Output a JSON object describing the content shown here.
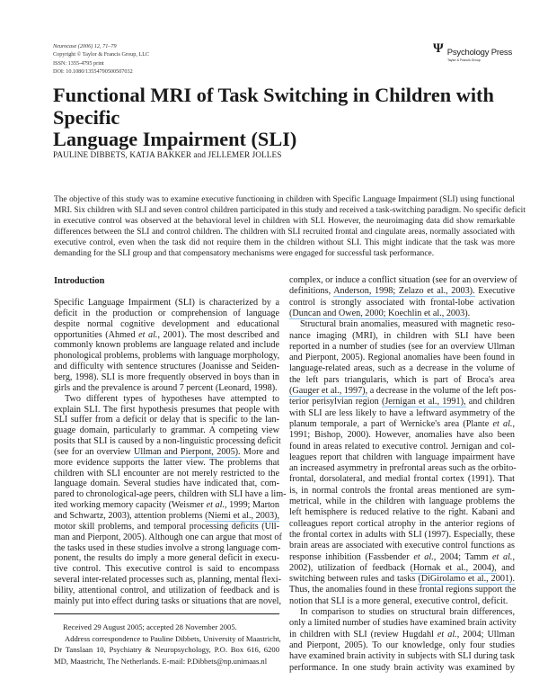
{
  "header": {
    "journal_lines": [
      "Neurocase (2006) 12, 71–79",
      "Copyright © Taylor & Francis Group, LLC",
      "ISSN: 1355-4795 print",
      "DOI: 10.1080/13554790500507032"
    ],
    "publisher": "Psychology Press",
    "publisher_sub": "Taylor & Francis Group",
    "publisher_symbol": "Ψ"
  },
  "title_lines": [
    "Functional MRI of Task Switching in Children with Specific",
    "Language Impairment (SLI)"
  ],
  "authors": "PAULINE DIBBETS, KATJA BAKKER and JELLEMER JOLLES",
  "abstract": [
    "The objective of this study was to examine executive functioning in children with Specific Language Impairment (SLI) using functional",
    "MRI. Six children with SLI and seven control children participated in this study and received a task-switching paradigm. No specific deficit",
    "in executive control was observed at the behavioral level in children with SLI. However, the neuroimaging data did show remarkable",
    "differences between the SLI and control children. The children with SLI recruited frontal and cingulate areas, normally associated with",
    "executive control, even when the task did not require them in the children without SLI. This might indicate that the task was more",
    "demanding for the SLI group and that compensatory mechanisms were engaged for successful task performance."
  ],
  "section_heading": "Introduction",
  "left_column": [
    {
      "p": 0,
      "s": [
        "Specific Language Impairment (SLI) is characterized by a"
      ]
    },
    {
      "s": [
        "deficit in the production or comprehension of language"
      ]
    },
    {
      "s": [
        "despite normal cognitive development and educational"
      ]
    },
    {
      "s": [
        "opportunities (Ahmed ",
        {
          "t": "et al.",
          "k": "em"
        },
        ", 2001). The most described and"
      ]
    },
    {
      "s": [
        "commonly known problems are language related and include"
      ]
    },
    {
      "s": [
        "phonological problems, problems with language morphology,"
      ]
    },
    {
      "s": [
        "and difficulty with sentence structures (Joanisse and Seiden-"
      ]
    },
    {
      "s": [
        "berg, 1998). SLI is more frequently observed in boys than in"
      ]
    },
    {
      "last": 1,
      "s": [
        "girls and the prevalence is around 7 percent (Leonard, 1998)."
      ]
    },
    {
      "ind": 1,
      "s": [
        "Two different types of hypotheses have attempted to"
      ]
    },
    {
      "s": [
        "explain SLI. The first hypothesis presumes that people with"
      ]
    },
    {
      "s": [
        "SLI suffer from a deficit or delay that is specific to the lan-"
      ]
    },
    {
      "s": [
        "guage domain, particularly to grammar. A competing view"
      ]
    },
    {
      "s": [
        "posits that SLI is caused by a non-linguistic processing deficit"
      ]
    },
    {
      "s": [
        "(see for an overview ",
        {
          "t": "Ullman and Pierpont, 2005).",
          "k": "link"
        },
        " More and"
      ]
    },
    {
      "s": [
        "more evidence supports the latter view. The problems that"
      ]
    },
    {
      "s": [
        "children with SLI encounter are not merely restricted to the"
      ]
    },
    {
      "s": [
        "language domain. Several studies have indicated that, com-"
      ]
    },
    {
      "s": [
        "pared to chronological-age peers, children with SLI have a lim-"
      ]
    },
    {
      "s": [
        "ited working memory capacity (Weismer ",
        {
          "t": "et al.",
          "k": "em"
        },
        ", 1999; Marton"
      ]
    },
    {
      "s": [
        "and Schwartz, 2003), attention problems ",
        {
          "t": "(Niemi et al., 2003),",
          "k": "link"
        }
      ]
    },
    {
      "s": [
        "motor skill problems, and temporal processing deficits (Ull-"
      ]
    },
    {
      "s": [
        "man and Pierpont, 2005). Although one can argue that most of"
      ]
    },
    {
      "s": [
        "the tasks used in these studies involve a strong language com-"
      ]
    },
    {
      "s": [
        "ponent, the results do imply a more general deficit in execu-"
      ]
    },
    {
      "s": [
        "tive control. This executive control is said to encompass"
      ]
    },
    {
      "s": [
        "several inter-related processes such as, planning, mental flexi-"
      ]
    },
    {
      "s": [
        "bility, attentional control, and utilization of feedback and is"
      ]
    },
    {
      "s": [
        "mainly put into effect during tasks or situations that are novel,"
      ]
    }
  ],
  "right_column": [
    {
      "s": [
        "complex, or induce a conflict situation (see for an overview of"
      ]
    },
    {
      "s": [
        "definitions, ",
        {
          "t": "Anderson, 1998; Zelazo et al., 2003).",
          "k": "link"
        },
        " Executive"
      ]
    },
    {
      "s": [
        "control is strongly associated with frontal-lobe activation"
      ]
    },
    {
      "last": 1,
      "s": [
        {
          "t": "(Duncan and Owen, 2000; Koechlin et al., 2003).",
          "k": "link"
        }
      ]
    },
    {
      "ind": 1,
      "s": [
        "Structural brain anomalies, measured with magnetic reso-"
      ]
    },
    {
      "s": [
        "nance imaging (MRI), in children with SLI have been"
      ]
    },
    {
      "s": [
        "reported in a number of studies (see for an overview Ullman"
      ]
    },
    {
      "s": [
        "and Pierpont, 2005). Regional anomalies have been found in"
      ]
    },
    {
      "s": [
        "language-related areas, such as a decrease in the volume of"
      ]
    },
    {
      "s": [
        "the left pars triangularis, which is part of Broca's area"
      ]
    },
    {
      "s": [
        {
          "t": "(Gauger et al., 1997),",
          "k": "link"
        },
        " a decrease in the volume of the left pos-"
      ]
    },
    {
      "s": [
        "terior perisylvian region ",
        {
          "t": "(Jernigan et al., 1991),",
          "k": "link"
        },
        " and children"
      ]
    },
    {
      "s": [
        "with SLI are less likely to have a leftward asymmetry of the"
      ]
    },
    {
      "s": [
        "planum temporale, a part of Wernicke's area (Plante ",
        {
          "t": "et al.",
          "k": "em"
        },
        ","
      ]
    },
    {
      "s": [
        "1991; Bishop, 2000). However, anomalies have also been"
      ]
    },
    {
      "s": [
        "found in areas related to executive control. Jernigan and col-"
      ]
    },
    {
      "s": [
        "leagues report that children with language impairment have"
      ]
    },
    {
      "s": [
        "an increased asymmetry in prefrontal areas such as the orbito-"
      ]
    },
    {
      "s": [
        "frontal, dorsolateral, and medial frontal cortex (1991). That"
      ]
    },
    {
      "s": [
        "is, in normal controls the frontal areas mentioned are sym-"
      ]
    },
    {
      "s": [
        "metrical, while in the children with language problems the"
      ]
    },
    {
      "s": [
        "left hemisphere is reduced relative to the right. Kabani and"
      ]
    },
    {
      "s": [
        "colleagues report cortical atrophy in the anterior regions of"
      ]
    },
    {
      "s": [
        "the frontal cortex in adults with SLI (1997). Especially, these"
      ]
    },
    {
      "s": [
        "brain areas are associated with executive control functions as"
      ]
    },
    {
      "s": [
        "response inhibition (Fassbender ",
        {
          "t": "et al.",
          "k": "em"
        },
        ", 2004; Tamm ",
        {
          "t": "et al.",
          "k": "em"
        },
        ","
      ]
    },
    {
      "s": [
        "2002), utilization of feedback ",
        {
          "t": "(Hornak et al., 2004),",
          "k": "link"
        },
        " and"
      ]
    },
    {
      "s": [
        "switching between rules and tasks ",
        {
          "t": "(DiGirolamo et al., 2001).",
          "k": "link"
        }
      ]
    },
    {
      "s": [
        "Thus, the anomalies found in these frontal regions support the"
      ]
    },
    {
      "last": 1,
      "s": [
        "notion that SLI is a more general, executive control, deficit."
      ]
    },
    {
      "ind": 1,
      "s": [
        "In comparison to studies on structural brain differences,"
      ]
    },
    {
      "s": [
        "only a limited number of studies have examined brain activity"
      ]
    },
    {
      "s": [
        "in children with SLI (review Hugdahl ",
        {
          "t": "et al.",
          "k": "em"
        },
        ", 2004; Ullman"
      ]
    },
    {
      "s": [
        "and Pierpont, 2005). To our knowledge, only four studies"
      ]
    },
    {
      "s": [
        "have examined brain activity in subjects with SLI during task"
      ]
    },
    {
      "s": [
        "performance. In one study brain activity was examined by"
      ]
    }
  ],
  "footnote": [
    "Received 29 August 2005; accepted 28 November 2005.",
    "Address correspondence to Pauline Dibbets, University of Maastricht,",
    "Dr Tanslaan 10, Psychiatry & Neuropsychology, P.O. Box 616, 6200",
    "MD, Maastricht, The Netherlands. E-mail: P.Dibbets@np.unimaas.nl"
  ],
  "colors": {
    "link_underline": "#8cc3ee",
    "text": "#1a1a1a"
  }
}
